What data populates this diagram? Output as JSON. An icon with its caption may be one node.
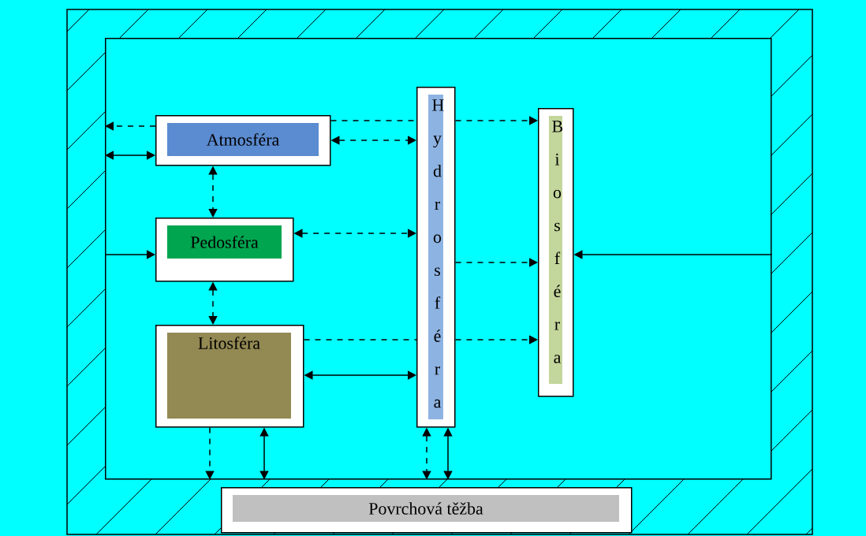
{
  "diagram": {
    "nodes": [
      {
        "text": [],
        "shape": "box"
      },
      {
        "text": [
          "Atmosféra"
        ],
        "in": 0
      },
      {
        "text": [
          "Pedosféra"
        ],
        "in": 0
      },
      {
        "text": [
          "Litosféra"
        ],
        "in": 0
      },
      {
        "text": [
          "Hydrosféra"
        ],
        "in": 0
      },
      {
        "text": [
          "Biosféra"
        ],
        "in": 0
      },
      {
        "text": [
          "Povrchová těžba"
        ]
      }
    ],
    "edges": [
      {
        "from": 1,
        "to": 4,
        "arrow": "none",
        "style": "dashed"
      },
      {
        "from": 1,
        "to": 4,
        "arrow": "both",
        "style": "dashed"
      },
      {
        "from": 1,
        "to": 2,
        "arrow": "both",
        "style": "dashed"
      },
      {
        "from": 2,
        "to": 4,
        "arrow": "both",
        "style": "dashed"
      },
      {
        "from": 2,
        "to": 3,
        "arrow": "both",
        "style": "dashed"
      },
      {
        "from": 4,
        "to": 5,
        "arrow": "to",
        "style": "dashed"
      },
      {
        "from": 3,
        "to": 4,
        "arrow": "none",
        "style": "dashed"
      },
      {
        "from": 3,
        "to": 4,
        "arrow": "both"
      },
      {
        "from": 1,
        "to": 0,
        "arrow": "to",
        "style": "dashed"
      },
      {
        "from": 1,
        "to": 0,
        "arrow": "both"
      },
      {
        "from": 0,
        "to": 2,
        "arrow": "to"
      },
      {
        "from": 0,
        "to": 5,
        "arrow": "to"
      },
      {
        "from": 3,
        "to": 0,
        "arrow": "to",
        "style": "dashed"
      },
      {
        "from": 3,
        "to": 0,
        "arrow": "both"
      },
      {
        "from": 4,
        "to": 0,
        "arrow": "both",
        "style": "dashed"
      },
      {
        "from": 4,
        "to": 0,
        "arrow": "both"
      },
      {
        "from": 4,
        "to": 5,
        "arrow": "to",
        "style": "dashed"
      },
      {
        "from": 4,
        "to": 5,
        "arrow": "to",
        "style": "dashed"
      }
    ]
  }
}
